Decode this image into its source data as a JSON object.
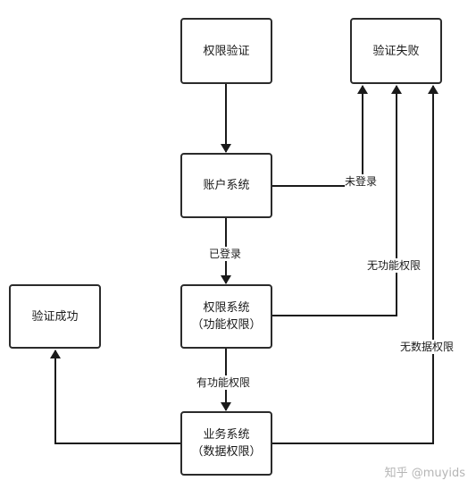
{
  "nodes": {
    "auth_check": "权限验证",
    "auth_failed": "验证失败",
    "account_system": "账户系统",
    "permission_system_line1": "权限系统",
    "permission_system_line2": "（功能权限）",
    "auth_success": "验证成功",
    "business_system_line1": "业务系统",
    "business_system_line2": "（数据权限）"
  },
  "edge_labels": {
    "not_logged_in": "未登录",
    "logged_in": "已登录",
    "no_function_permission": "无功能权限",
    "has_function_permission": "有功能权限",
    "no_data_permission": "无数据权限"
  },
  "watermark": "知乎 @muyids",
  "colors": {
    "line": "#1a1a1a",
    "border": "#2b2b2b",
    "watermark": "#b5b5b5"
  }
}
